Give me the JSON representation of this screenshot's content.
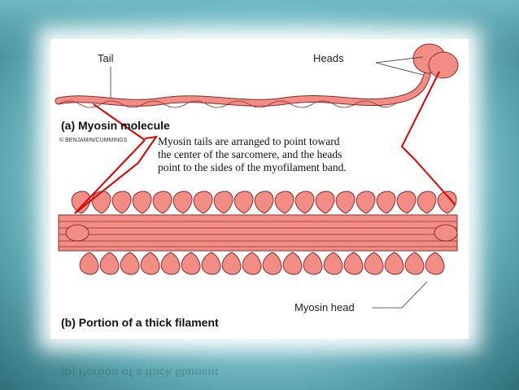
{
  "labels": {
    "tail": "Tail",
    "heads": "Heads",
    "part_a": "(a) Myosin molecule",
    "copyright": "© BENJAMIN/CUMMINGS",
    "note_line1": "Myosin tails are arranged to point toward",
    "note_line2": "the center of the sarcomere, and the heads",
    "note_line3": "point to the sides of the myofilament band.",
    "myosin_head": "Myosin head",
    "part_b": "(b) Portion of a thick filament",
    "reflection": "(b) Portion of a thick filament"
  },
  "colors": {
    "myosin_fill": "#f28d86",
    "myosin_stroke": "#8a2b2b",
    "callout": "#e00000",
    "background_dark": "#2f6f7a",
    "background_light": "#e6f6f8"
  }
}
